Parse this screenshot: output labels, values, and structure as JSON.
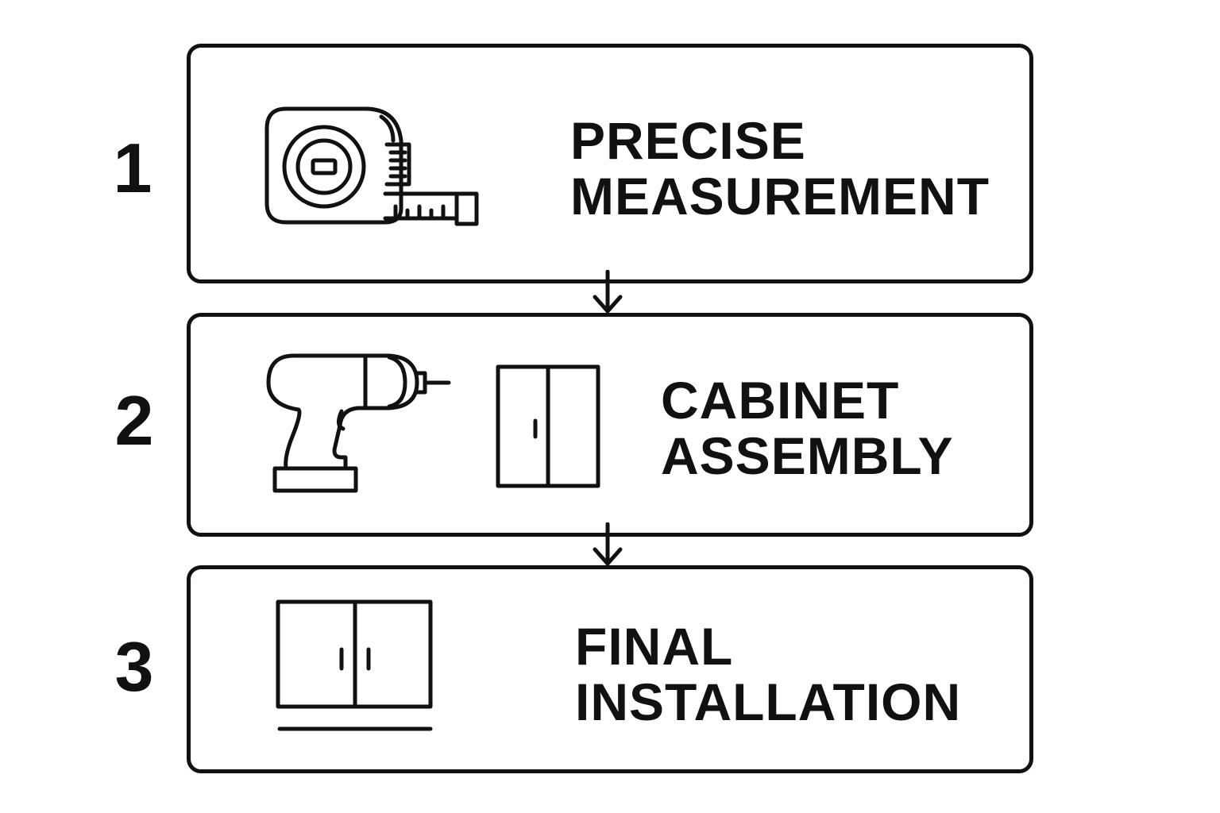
{
  "steps": [
    {
      "number": "1",
      "title_line1": "PRECISE",
      "title_line2": "MEASUREMENT",
      "icons": [
        "tape-measure-icon"
      ]
    },
    {
      "number": "2",
      "title_line1": "CABINET",
      "title_line2": "ASSEMBLY",
      "icons": [
        "power-drill-icon",
        "cabinet-door-icon"
      ]
    },
    {
      "number": "3",
      "title_line1": "FINAL",
      "title_line2": "INSTALLATION",
      "icons": [
        "installed-cabinet-icon"
      ]
    }
  ],
  "colors": {
    "stroke": "#111111",
    "background": "#ffffff"
  }
}
